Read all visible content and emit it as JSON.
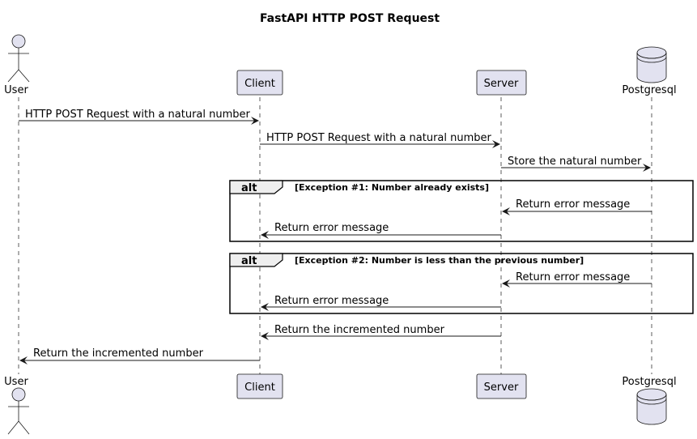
{
  "title": "FastAPI HTTP POST Request",
  "participants": [
    {
      "id": "user",
      "label": "User",
      "kind": "actor"
    },
    {
      "id": "client",
      "label": "Client",
      "kind": "participant"
    },
    {
      "id": "server",
      "label": "Server",
      "kind": "participant"
    },
    {
      "id": "postgresql",
      "label": "Postgresql",
      "kind": "database"
    }
  ],
  "messages": [
    {
      "from": "user",
      "to": "client",
      "label": "HTTP POST Request with a natural number"
    },
    {
      "from": "client",
      "to": "server",
      "label": "HTTP POST Request with a natural number"
    },
    {
      "from": "server",
      "to": "postgresql",
      "label": "Store the natural number"
    },
    {
      "from": "postgresql",
      "to": "server",
      "label": "Return error message"
    },
    {
      "from": "server",
      "to": "client",
      "label": "Return error message"
    },
    {
      "from": "postgresql",
      "to": "server",
      "label": "Return error message"
    },
    {
      "from": "server",
      "to": "client",
      "label": "Return error message"
    },
    {
      "from": "server",
      "to": "client",
      "label": "Return the incremented number"
    },
    {
      "from": "client",
      "to": "user",
      "label": "Return the incremented number"
    }
  ],
  "fragments": [
    {
      "operator": "alt",
      "guard": "[Exception #1: Number already exists]"
    },
    {
      "operator": "alt",
      "guard": "[Exception #2: Number is less than the previous number]"
    }
  ],
  "colors": {
    "participant_fill": "#E2E2F0",
    "line": "#181818",
    "fragment_tab": "#EEEEEE"
  }
}
